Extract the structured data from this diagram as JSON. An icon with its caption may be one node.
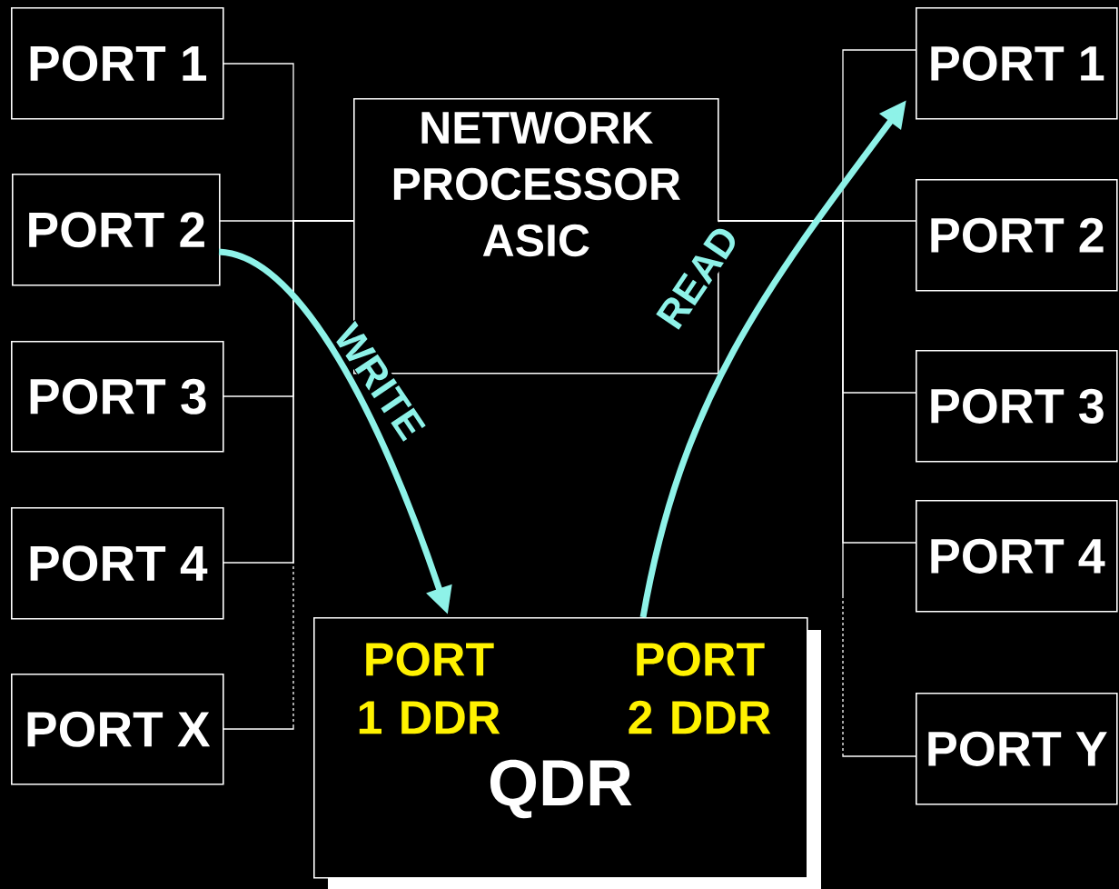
{
  "diagram": {
    "nodes": [
      {
        "text": [
          "PORT 1"
        ]
      },
      {
        "text": [
          "PORT 2"
        ]
      },
      {
        "text": [
          "PORT 3"
        ]
      },
      {
        "text": [
          "PORT 4"
        ]
      },
      {
        "text": [
          "PORT X"
        ]
      },
      {
        "text": [
          "NETWORK PROCESSOR ASIC"
        ]
      },
      {
        "text": [
          "PORT 1 DDR",
          "PORT 2 DDR",
          "QDR"
        ]
      },
      {
        "text": [
          "PORT 1"
        ]
      },
      {
        "text": [
          "PORT 2"
        ]
      },
      {
        "text": [
          "PORT 3"
        ]
      },
      {
        "text": [
          "PORT 4"
        ]
      },
      {
        "text": [
          "PORT Y"
        ]
      }
    ],
    "edges": [
      {
        "from": 0,
        "to": 5,
        "arrow": "none"
      },
      {
        "from": 1,
        "to": 5,
        "arrow": "none"
      },
      {
        "from": 2,
        "to": 5,
        "arrow": "none"
      },
      {
        "from": 3,
        "to": 5,
        "arrow": "none"
      },
      {
        "from": 4,
        "to": 5,
        "arrow": "none"
      },
      {
        "from": 5,
        "to": 7,
        "arrow": "none"
      },
      {
        "from": 5,
        "to": 8,
        "arrow": "none"
      },
      {
        "from": 5,
        "to": 9,
        "arrow": "none"
      },
      {
        "from": 5,
        "to": 10,
        "arrow": "none"
      },
      {
        "from": 5,
        "to": 11,
        "arrow": "none"
      },
      {
        "from": 1,
        "to": 6,
        "arrow": "to",
        "label": "WRITE",
        "style": "thick",
        "color": "#8ef2e8"
      },
      {
        "from": 6,
        "to": 7,
        "arrow": "to",
        "label": "READ",
        "style": "thick",
        "color": "#8ef2e8"
      }
    ]
  }
}
